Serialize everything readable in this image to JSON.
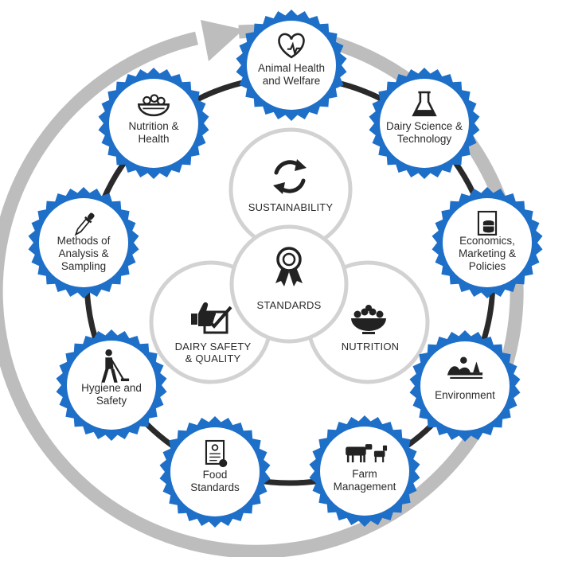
{
  "diagram": {
    "colors": {
      "badge_blue": "#1e6fc8",
      "ring_gray": "#bdbdbd",
      "chain_dark": "#2a2a2a",
      "inner_gray": "#d2d2d2",
      "text": "#2b2b2b"
    },
    "outer_items": [
      {
        "lines": [
          "Animal Health",
          "and Welfare"
        ],
        "icon": "heart-pulse-icon"
      },
      {
        "lines": [
          "Dairy Science &",
          "Technology"
        ],
        "icon": "flask-icon"
      },
      {
        "lines": [
          "Economics,",
          "Marketing &",
          "Policies"
        ],
        "icon": "coin-stack-icon"
      },
      {
        "lines": [
          "Environment"
        ],
        "icon": "landscape-icon"
      },
      {
        "lines": [
          "Farm",
          "Management"
        ],
        "icon": "cow-goat-icon"
      },
      {
        "lines": [
          "Food",
          "Standards"
        ],
        "icon": "certificate-icon"
      },
      {
        "lines": [
          "Hygiene and",
          "Safety"
        ],
        "icon": "cleaning-person-icon"
      },
      {
        "lines": [
          "Methods of",
          "Analysis &",
          "Sampling"
        ],
        "icon": "dropper-icon"
      },
      {
        "lines": [
          "Nutrition &",
          "Health"
        ],
        "icon": "food-bowl-icon"
      }
    ],
    "inner_items": {
      "sustainability": {
        "label": "SUSTAINABILITY",
        "icon": "recycle-arrows-icon"
      },
      "standards": {
        "label": "STANDARDS",
        "icon": "award-ribbon-icon"
      },
      "dairy_safety": {
        "lines": [
          "DAIRY SAFETY",
          "& QUALITY"
        ],
        "icon": "thumbs-up-checklist-icon"
      },
      "nutrition": {
        "label": "NUTRITION",
        "icon": "grain-bowl-icon"
      }
    }
  }
}
